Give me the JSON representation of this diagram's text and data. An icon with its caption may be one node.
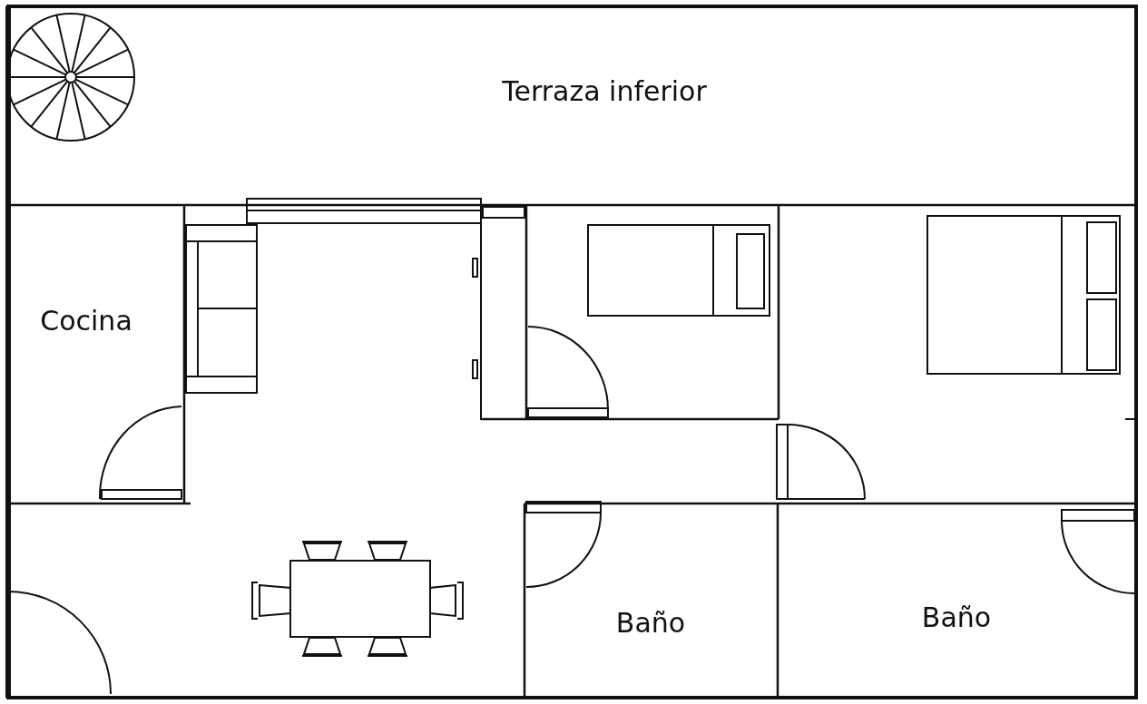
{
  "diagram": {
    "labels": [
      "Terraza inferior",
      "Cocina",
      "Baño",
      "Baño"
    ]
  }
}
